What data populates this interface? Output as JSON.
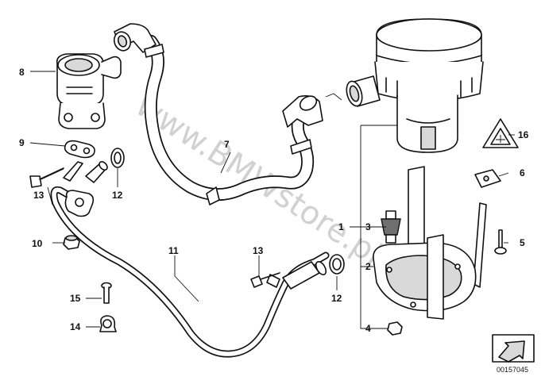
{
  "watermark": "www.BMWstore.pl",
  "reference_number": "00157045",
  "callouts": [
    {
      "id": "c1",
      "label": "1"
    },
    {
      "id": "c2",
      "label": "2"
    },
    {
      "id": "c3",
      "label": "3"
    },
    {
      "id": "c4",
      "label": "4"
    },
    {
      "id": "c5",
      "label": "5"
    },
    {
      "id": "c6",
      "label": "6"
    },
    {
      "id": "c7",
      "label": "7"
    },
    {
      "id": "c8",
      "label": "8"
    },
    {
      "id": "c9",
      "label": "9"
    },
    {
      "id": "c10",
      "label": "10"
    },
    {
      "id": "c11",
      "label": "11"
    },
    {
      "id": "c12a",
      "label": "12"
    },
    {
      "id": "c12b",
      "label": "12"
    },
    {
      "id": "c13a",
      "label": "13"
    },
    {
      "id": "c13b",
      "label": "13"
    },
    {
      "id": "c14",
      "label": "14"
    },
    {
      "id": "c15",
      "label": "15"
    },
    {
      "id": "c16",
      "label": "16"
    }
  ],
  "icons": {
    "corner": "arrow-direction-icon",
    "warning": "warning-triangle-icon"
  }
}
